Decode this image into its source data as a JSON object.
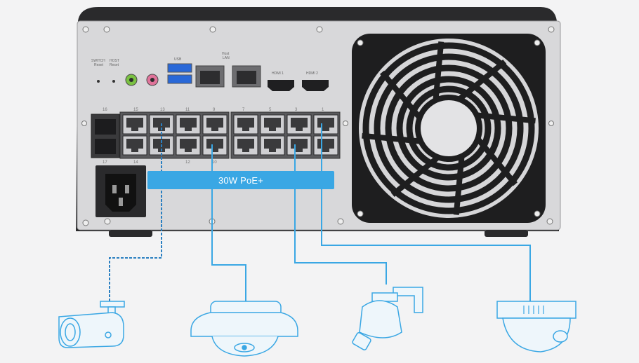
{
  "badge": {
    "label": "30W PoE+"
  },
  "panel_labels": {
    "switch_reset": "SWITCH\nReset",
    "host_reset": "HOST\nReset",
    "usb": "USB",
    "host_lan": "Host\nLAN",
    "hdmi1": "HDMI 1",
    "hdmi2": "HDMI 2"
  },
  "port_numbers_top": [
    "16",
    "15",
    "13",
    "11",
    "9",
    "7",
    "5",
    "3",
    "1"
  ],
  "port_numbers_bottom": [
    "17",
    "14",
    "12",
    "10"
  ],
  "cameras": [
    {
      "name": "bullet-camera"
    },
    {
      "name": "fisheye-camera"
    },
    {
      "name": "ptz-camera"
    },
    {
      "name": "dome-camera"
    }
  ],
  "colors": {
    "accent": "#3aa7e4",
    "chassis": "#2a2a2c",
    "panel": "#d6d6d8",
    "fan": "#1e1e1f"
  }
}
